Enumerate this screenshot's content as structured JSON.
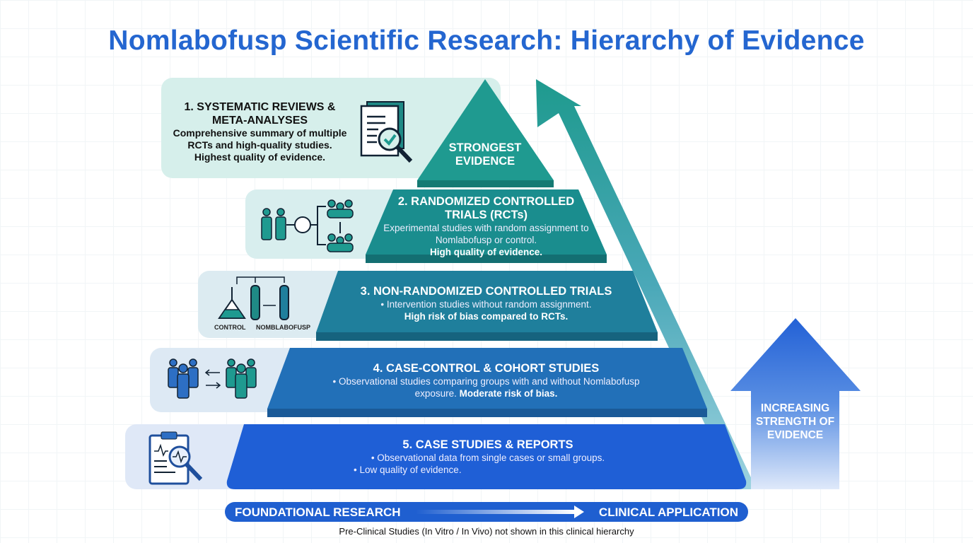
{
  "title": "Nomlabofusp Scientific Research: Hierarchy of Evidence",
  "tiers": [
    {
      "title": "1. SYSTEMATIC REVIEWS & META-ANALYSES",
      "desc": "Comprehensive summary of multiple RCTs and high-quality studies.",
      "emph": "Highest quality of evidence.",
      "apex_label": "STRONGEST EVIDENCE",
      "icon": "document-magnifier-check-icon"
    },
    {
      "title": "2. RANDOMIZED CONTROLLED TRIALS (RCTs)",
      "desc": "Experimental studies with random assignment to Nomlabofusp or control.",
      "emph": "High quality of evidence.",
      "icon": "randomization-groups-icon"
    },
    {
      "title": "3. NON-RANDOMIZED CONTROLLED TRIALS",
      "desc": "• Intervention studies without random assignment.",
      "emph": "High risk of bias compared to RCTs.",
      "icon": "flask-test-tubes-icon",
      "icon_labels": [
        "CONTROL",
        "NOMBLABOFUSP"
      ]
    },
    {
      "title": "4. CASE-CONTROL & COHORT STUDIES",
      "desc": "• Observational studies comparing groups with and without Nomlabofusp exposure.",
      "emph": "Moderate risk of bias.",
      "icon": "group-comparison-icon"
    },
    {
      "title": "5. CASE STUDIES & REPORTS",
      "desc": "• Observational data from single cases or small groups.",
      "emph": "• Low quality of evidence.",
      "icon": "clipboard-magnifier-icon"
    }
  ],
  "strength_arrow": "INCREASING STRENGTH OF EVIDENCE",
  "bottom_bar": {
    "left": "FOUNDATIONAL RESEARCH",
    "right": "CLINICAL APPLICATION"
  },
  "footnote": "Pre-Clinical Studies (In Vitro / In Vivo) not shown in this clinical hierarchy",
  "colors": {
    "title": "#2466d0",
    "tier1": "#1f9a90",
    "tier2": "#1a8d8e",
    "tier3": "#1f7f9c",
    "tier4": "#2270b8",
    "tier5": "#1f5fd6"
  }
}
